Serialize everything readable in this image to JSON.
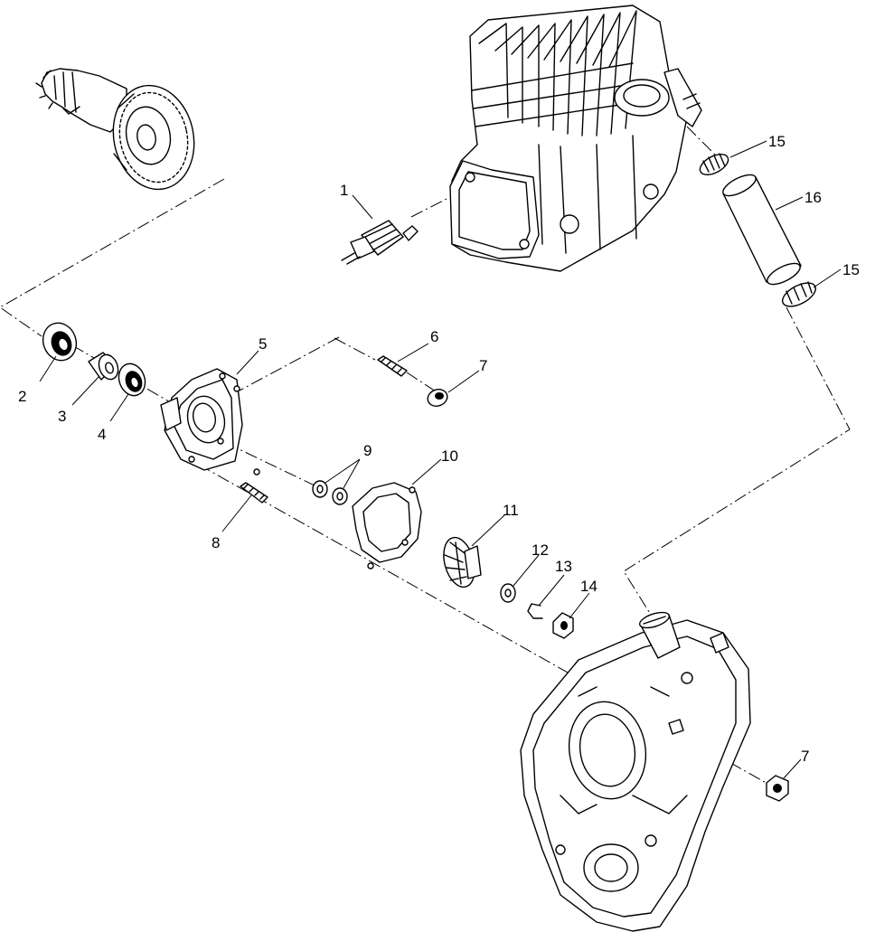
{
  "callouts": {
    "c1": "1",
    "c2": "2",
    "c3": "3",
    "c4": "4",
    "c5": "5",
    "c6": "6",
    "c7a": "7",
    "c7b": "7",
    "c8": "8",
    "c9": "9",
    "c10": "10",
    "c11": "11",
    "c12": "12",
    "c13": "13",
    "c14": "14",
    "c15a": "15",
    "c15b": "15",
    "c16": "16"
  }
}
